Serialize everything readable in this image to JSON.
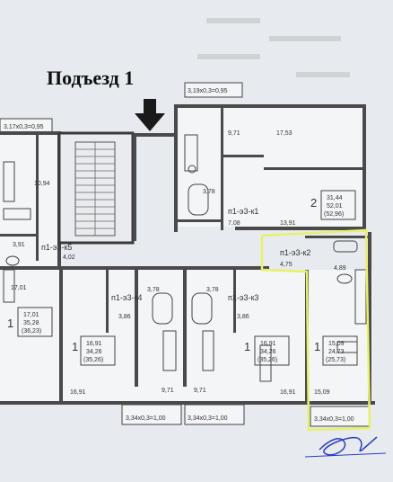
{
  "title": "Подъезд 1",
  "balconies": {
    "top_left": "3,17x0,3=0,95",
    "top_mid": "3,19x0,3=0,95",
    "bottom_left": "3,34x0,3=1,00",
    "bottom_mid": "3,34x0,3=1,00",
    "bottom_right": "3,34x0,3=1,00"
  },
  "apartments": {
    "k5": {
      "name": "п1-э3-к5",
      "rooms": "",
      "area_a": "",
      "area_b": "",
      "area_c": ""
    },
    "k1": {
      "name": "п1-э3-к1"
    },
    "k2": {
      "name": "п1-э3-к2"
    },
    "k3": {
      "name": "п1-э3-к3"
    },
    "k4": {
      "name": "п1-э3-к4"
    }
  },
  "units": {
    "ul": {
      "rooms": "1",
      "a": "17,01",
      "b": "35,28",
      "c": "(36,23)"
    },
    "l2": {
      "rooms": "1",
      "a": "16,91",
      "b": "34,26",
      "c": "(35,26)"
    },
    "m3": {
      "rooms": "1",
      "a": "16,91",
      "b": "34,26",
      "c": "(35,26)"
    },
    "r1": {
      "rooms": "1",
      "a": "15,09",
      "b": "24,73",
      "c": "(25,73)"
    },
    "tr": {
      "rooms": "2",
      "a": "31,44",
      "b": "52,01",
      "c": "(52,96)"
    }
  },
  "dims": {
    "d1": "10,94",
    "d2": "3,91",
    "d3": "4,02",
    "d4": "17,01",
    "d5": "9,71",
    "d6": "17,53",
    "d7": "3,78",
    "d8": "7,08",
    "d9": "13,91",
    "d10": "4,75",
    "d11": "4,89",
    "d12": "3,78",
    "d13": "3,78",
    "d14": "3,86",
    "d15": "3,86",
    "d16": "16,91",
    "d17": "9,71",
    "d18": "9,71",
    "d19": "16,91",
    "d20": "15,09"
  },
  "accent": "#e8f06a"
}
